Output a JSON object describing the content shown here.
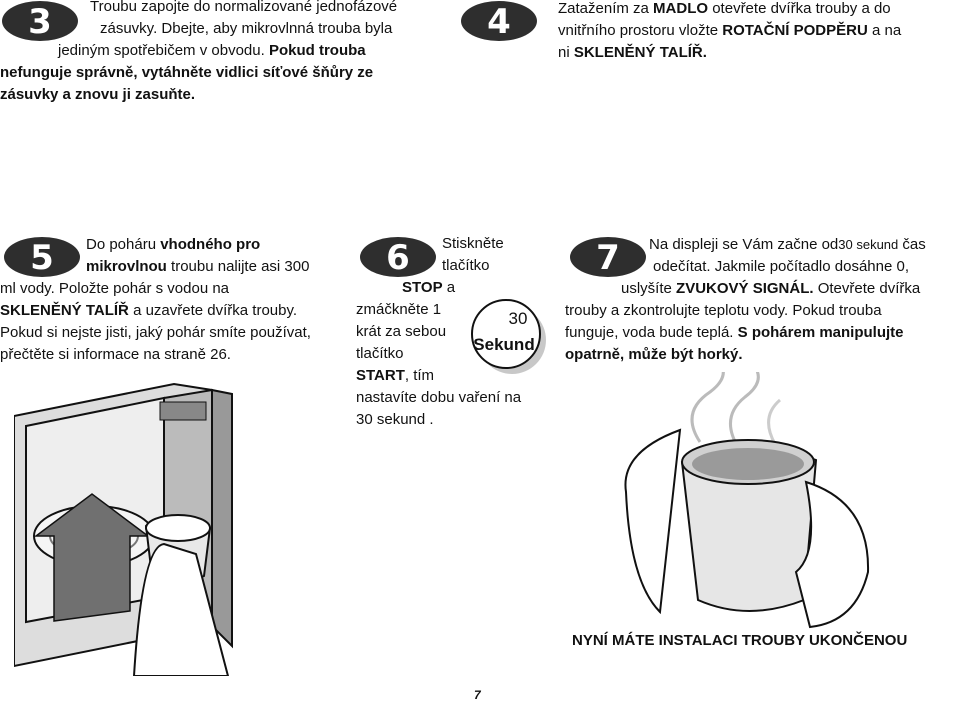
{
  "step3": {
    "number": "3",
    "l1": "Troubu zapojte do normalizované jednofázové",
    "l2": "zásuvky. Dbejte, aby mikrovlnná trouba byla",
    "l3": "jediným spotřebičem v obvodu.",
    "l3b": "Pokud trouba",
    "l4": "nefunguje správně, vytáhněte vidlici síťové šňůry ze",
    "l5": "zásuvky a znovu ji zasuňte."
  },
  "step4": {
    "number": "4",
    "l1a": "Zatažením za ",
    "l1b": "MADLO",
    "l1c": " otevřete dvířka trouby a do",
    "l2a": "vnitřního prostoru vložte ",
    "l2b": "ROTAČNÍ PODPĚRU",
    "l2c": " a na",
    "l3a": "ni ",
    "l3b": "SKLENĚNÝ TALÍŘ."
  },
  "step5": {
    "number": "5",
    "l1a": "Do poháru ",
    "l1b": "vhodného pro",
    "l2a": "mikrovlnou",
    "l2b": " troubu nalijte asi 300",
    "l3": "ml vody. Položte pohár s vodou na",
    "l4a": "SKLENĚNÝ TALÍŘ",
    "l4b": " a  uzavřete dvířka trouby.",
    "l5": "Pokud si nejste jisti, jaký pohár smíte používat,",
    "l6": "přečtěte si informace na straně 26."
  },
  "step6": {
    "number": "6",
    "l1": "Stiskněte",
    "l2": "tlačítko",
    "l3": "STOP",
    "l3b": " a",
    "l4": "zmáčkněte 1",
    "l5": "krát za sebou",
    "l6": "tlačítko",
    "l7": "START",
    "l7b": ", tím",
    "l8": "nastavíte dobu vaření na",
    "l9": "30 sekund .",
    "dial_value": "30",
    "dial_label": "Sekund"
  },
  "step7": {
    "number": "7",
    "l1a": "Na displeji se Vám začne od",
    "l1b": "30 sekund",
    "l1c": " čas",
    "l2": "odečítat. Jakmile počítadlo dosáhne 0,",
    "l3a": "uslyšíte ",
    "l3b": "ZVUKOVÝ SIGNÁL.",
    "l3c": " Otevřete dvířka",
    "l4": "trouby a zkontrolujte teplotu vody. Pokud trouba",
    "l5a": "funguje, voda bude teplá. ",
    "l5b": "S pohárem manipulujte",
    "l6": "opatrně, může být horký."
  },
  "footer": {
    "final": "NYNÍ MÁTE INSTALACI TROUBY UKONČENOU",
    "page_number": "7"
  },
  "colors": {
    "badge": "#2e2e2e",
    "gray": "#8a8a8a",
    "dark_gray": "#4a4a4a"
  }
}
